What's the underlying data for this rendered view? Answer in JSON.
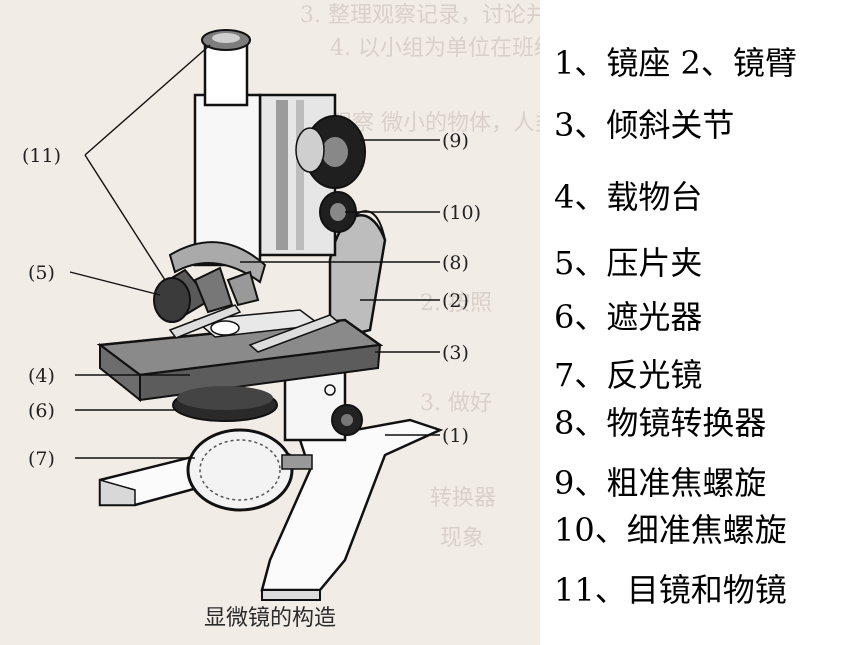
{
  "figure": {
    "caption": "显微镜的构造",
    "callouts": [
      "(11)",
      "(9)",
      "(10)",
      "(5)",
      "(8)",
      "(2)",
      "(3)",
      "(4)",
      "(6)",
      "(7)",
      "(1)"
    ]
  },
  "legend": {
    "lines": [
      "1、镜座 2、镜臂",
      "3、倾斜关节",
      "4、载物台",
      "5、压片夹",
      "6、遮光器",
      "7、反光镜",
      "8、物镜转换器",
      "9、粗准焦螺旋",
      "10、细准焦螺旋",
      "11、目镜和物镜"
    ]
  },
  "colors": {
    "paper": "#f2ece6",
    "ink": "#222222"
  }
}
